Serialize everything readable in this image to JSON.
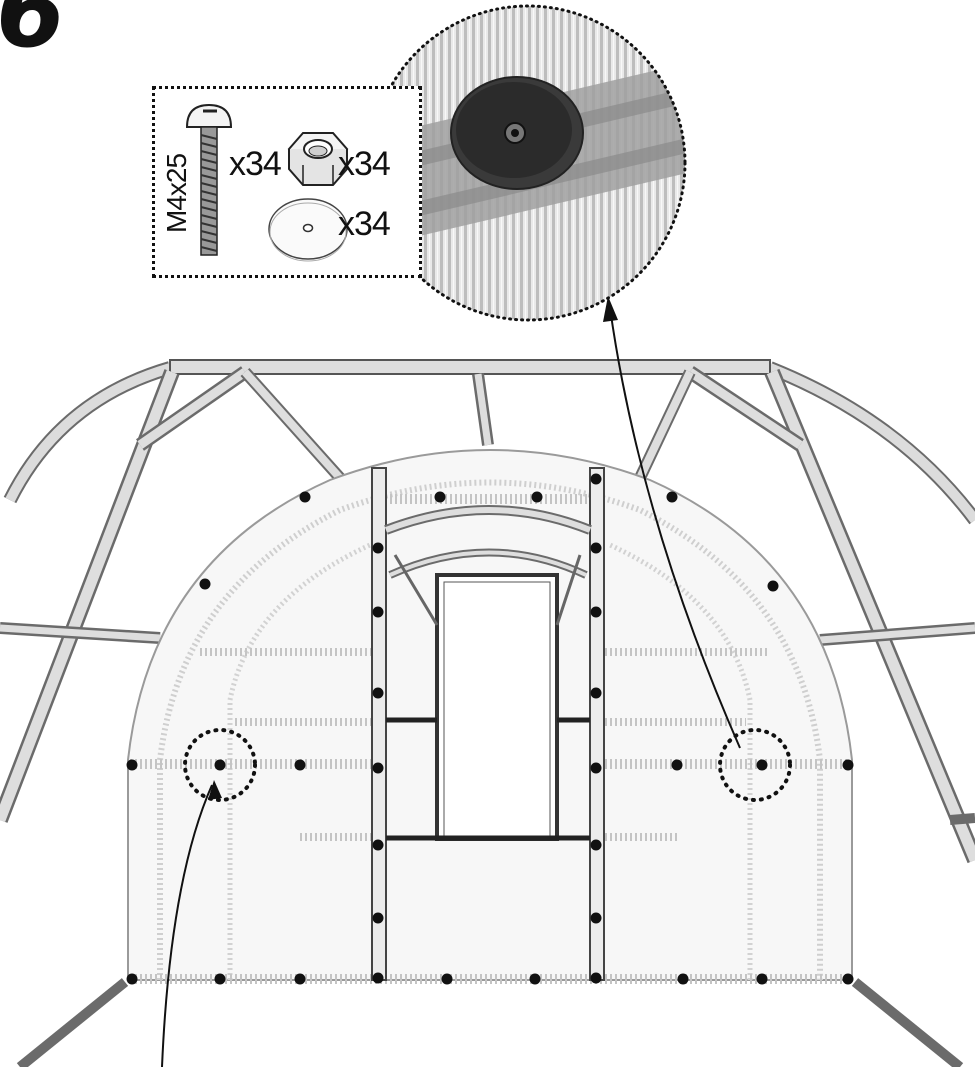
{
  "step": {
    "number": "6"
  },
  "parts": {
    "bolt": {
      "size_label": "M4x25",
      "quantity": "x34",
      "icon": "bolt-icon"
    },
    "nut": {
      "quantity": "x34",
      "icon": "nut-icon"
    },
    "washer": {
      "quantity": "x34",
      "icon": "washer-icon"
    }
  },
  "callouts": {
    "detail_magnifier": "magnifier-icon"
  }
}
